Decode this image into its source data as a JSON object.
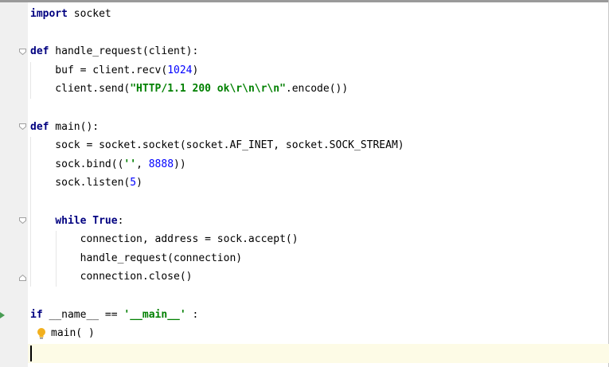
{
  "editor": {
    "lines": [
      {
        "parts": [
          {
            "t": "import",
            "c": "kw"
          },
          {
            "t": " socket",
            "c": "plain"
          }
        ]
      },
      {
        "parts": []
      },
      {
        "parts": [
          {
            "t": "def",
            "c": "kw"
          },
          {
            "t": " handle_request(client):",
            "c": "plain"
          }
        ]
      },
      {
        "parts": [
          {
            "t": "    buf = client.recv(",
            "c": "plain"
          },
          {
            "t": "1024",
            "c": "num"
          },
          {
            "t": ")",
            "c": "plain"
          }
        ]
      },
      {
        "parts": [
          {
            "t": "    client.send(",
            "c": "plain"
          },
          {
            "t": "\"HTTP/1.1 200 ok\\r\\n\\r\\n\"",
            "c": "str"
          },
          {
            "t": ".encode())",
            "c": "plain"
          }
        ]
      },
      {
        "parts": []
      },
      {
        "parts": [
          {
            "t": "def",
            "c": "kw"
          },
          {
            "t": " main():",
            "c": "plain"
          }
        ]
      },
      {
        "parts": [
          {
            "t": "    sock = socket.socket(socket.AF_INET, socket.SOCK_STREAM)",
            "c": "plain"
          }
        ]
      },
      {
        "parts": [
          {
            "t": "    sock.bind((",
            "c": "plain"
          },
          {
            "t": "''",
            "c": "str"
          },
          {
            "t": ", ",
            "c": "plain"
          },
          {
            "t": "8888",
            "c": "num"
          },
          {
            "t": "))",
            "c": "plain"
          }
        ]
      },
      {
        "parts": [
          {
            "t": "    sock.listen(",
            "c": "plain"
          },
          {
            "t": "5",
            "c": "num"
          },
          {
            "t": ")",
            "c": "plain"
          }
        ]
      },
      {
        "parts": []
      },
      {
        "parts": [
          {
            "t": "    ",
            "c": "plain"
          },
          {
            "t": "while",
            "c": "kw"
          },
          {
            "t": " ",
            "c": "plain"
          },
          {
            "t": "True",
            "c": "kw"
          },
          {
            "t": ":",
            "c": "plain"
          }
        ]
      },
      {
        "parts": [
          {
            "t": "        connection, address = sock.accept()",
            "c": "plain"
          }
        ]
      },
      {
        "parts": [
          {
            "t": "        handle_request(connection)",
            "c": "plain"
          }
        ]
      },
      {
        "parts": [
          {
            "t": "        connection.close()",
            "c": "plain"
          }
        ]
      },
      {
        "parts": []
      },
      {
        "parts": [
          {
            "t": "if",
            "c": "kw"
          },
          {
            "t": " __name__ == ",
            "c": "plain"
          },
          {
            "t": "'__main__'",
            "c": "str"
          },
          {
            "t": " :",
            "c": "plain"
          }
        ]
      },
      {
        "parts": [
          {
            "t": "main( )",
            "c": "plain"
          }
        ],
        "bulb": true
      },
      {
        "parts": []
      }
    ],
    "icons": {
      "run": "run-gutter-icon",
      "fold": "fold-marker-icon",
      "bulb": "lightbulb-icon"
    },
    "colors": {
      "keyword": "#000080",
      "string": "#008000",
      "number": "#0000ff",
      "current_line": "#fdfbe6",
      "gutter": "#f0f0f0"
    }
  }
}
